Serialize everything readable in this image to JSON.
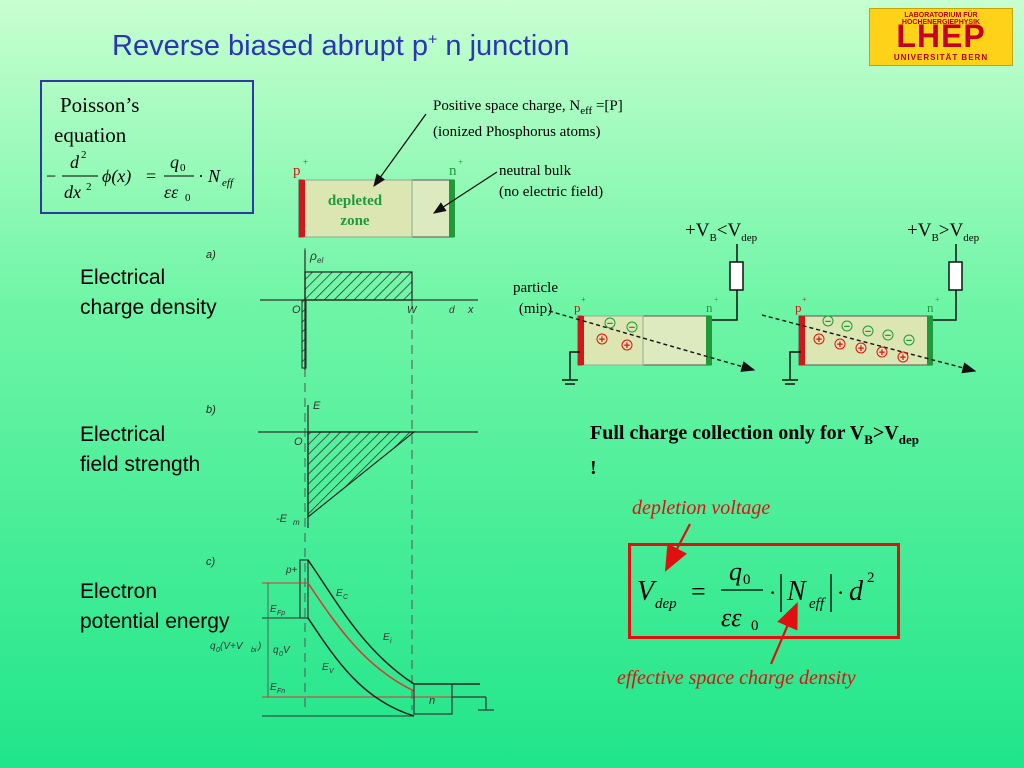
{
  "title": {
    "main": "Reverse biased abrupt p",
    "sup": "+",
    "rest": " n junction"
  },
  "logo": {
    "top": "LABORATORIUM FÜR HOCHENERGIEPHYSIK",
    "main": "LHEP",
    "bottom": "UNIVERSITÄT BERN"
  },
  "poisson": {
    "label_line1": "Poisson’s",
    "label_line2": "equation",
    "eq": {
      "minus": "−",
      "d": "d",
      "two": "2",
      "dx": "dx",
      "phi": "ϕ(x)",
      "eq": "=",
      "q": "q",
      "zero": "0",
      "eps": "εε",
      "dot": "·",
      "N": "N",
      "eff": "eff"
    }
  },
  "annotations": {
    "space_charge_l1": "Positive space charge, N",
    "space_charge_eff": "eff",
    "space_charge_rest": " =[P]",
    "space_charge_l2": "(ionized Phosphorus atoms)",
    "bulk_l1": "neutral bulk",
    "bulk_l2": "(no electric field)",
    "depleted_l1": "depleted",
    "depleted_l2": "zone",
    "p": "p",
    "n": "n",
    "plus": "+"
  },
  "rows": {
    "charge_l1": "Electrical",
    "charge_l2": "charge density",
    "field_l1": "Electrical",
    "field_l2": "field strength",
    "energy_l1": "Electron",
    "energy_l2": "potential energy"
  },
  "plot_labels": {
    "a": "a)",
    "b": "b)",
    "c": "c)",
    "rho": "ρ",
    "rho_sub": "el",
    "zero": "O",
    "W": "W",
    "d": "d",
    "x": "x",
    "E": "E",
    "Em": "-E",
    "Em_sub": "m",
    "pplus": "p+",
    "EC": "E",
    "EC_sub": "C",
    "Ei": "E",
    "Ei_sub": "i",
    "EFp": "E",
    "EFp_sub": "Fp",
    "EV": "E",
    "EV_sub": "V",
    "EFn": "E",
    "EFn_sub": "Fn",
    "q0V": "q",
    "q0V_rest": "V",
    "q0Vbi": "q",
    "q0Vbi_rest": "(V+V",
    "q0Vbi_bi": "bi",
    "q0Vbi_close": ")",
    "n": "n",
    "zero_sub": "0"
  },
  "detectors": {
    "particle_l1": "particle",
    "particle_l2": "(mip)",
    "left_cond": {
      "plus_v": "+V",
      "b": "B",
      "lt": "<V",
      "dep": "dep"
    },
    "right_cond": {
      "plus_v": "+V",
      "b": "B",
      "gt": ">V",
      "dep": "dep"
    },
    "minus": "−",
    "plus": "+",
    "p": "p",
    "n": "n"
  },
  "full_charge": {
    "text": "Full charge collection only for V",
    "b": "B",
    "gt": ">V",
    "dep": "dep",
    "excl": "!"
  },
  "depletion_voltage": "depletion voltage",
  "effective_density": "effective space charge density",
  "vdep_eq": {
    "V": "V",
    "dep": "dep",
    "eq": "=",
    "q": "q",
    "zero": "0",
    "eps": "εε",
    "dot": "·",
    "N": "N",
    "eff": "eff",
    "d": "d",
    "two": "2"
  },
  "colors": {
    "title": "#2936b8",
    "red": "#e01010",
    "p_contact": "#d01818",
    "n_contact": "#1f9a3a",
    "depleted": "#dbe6b3",
    "bulk": "#dde9bf"
  }
}
